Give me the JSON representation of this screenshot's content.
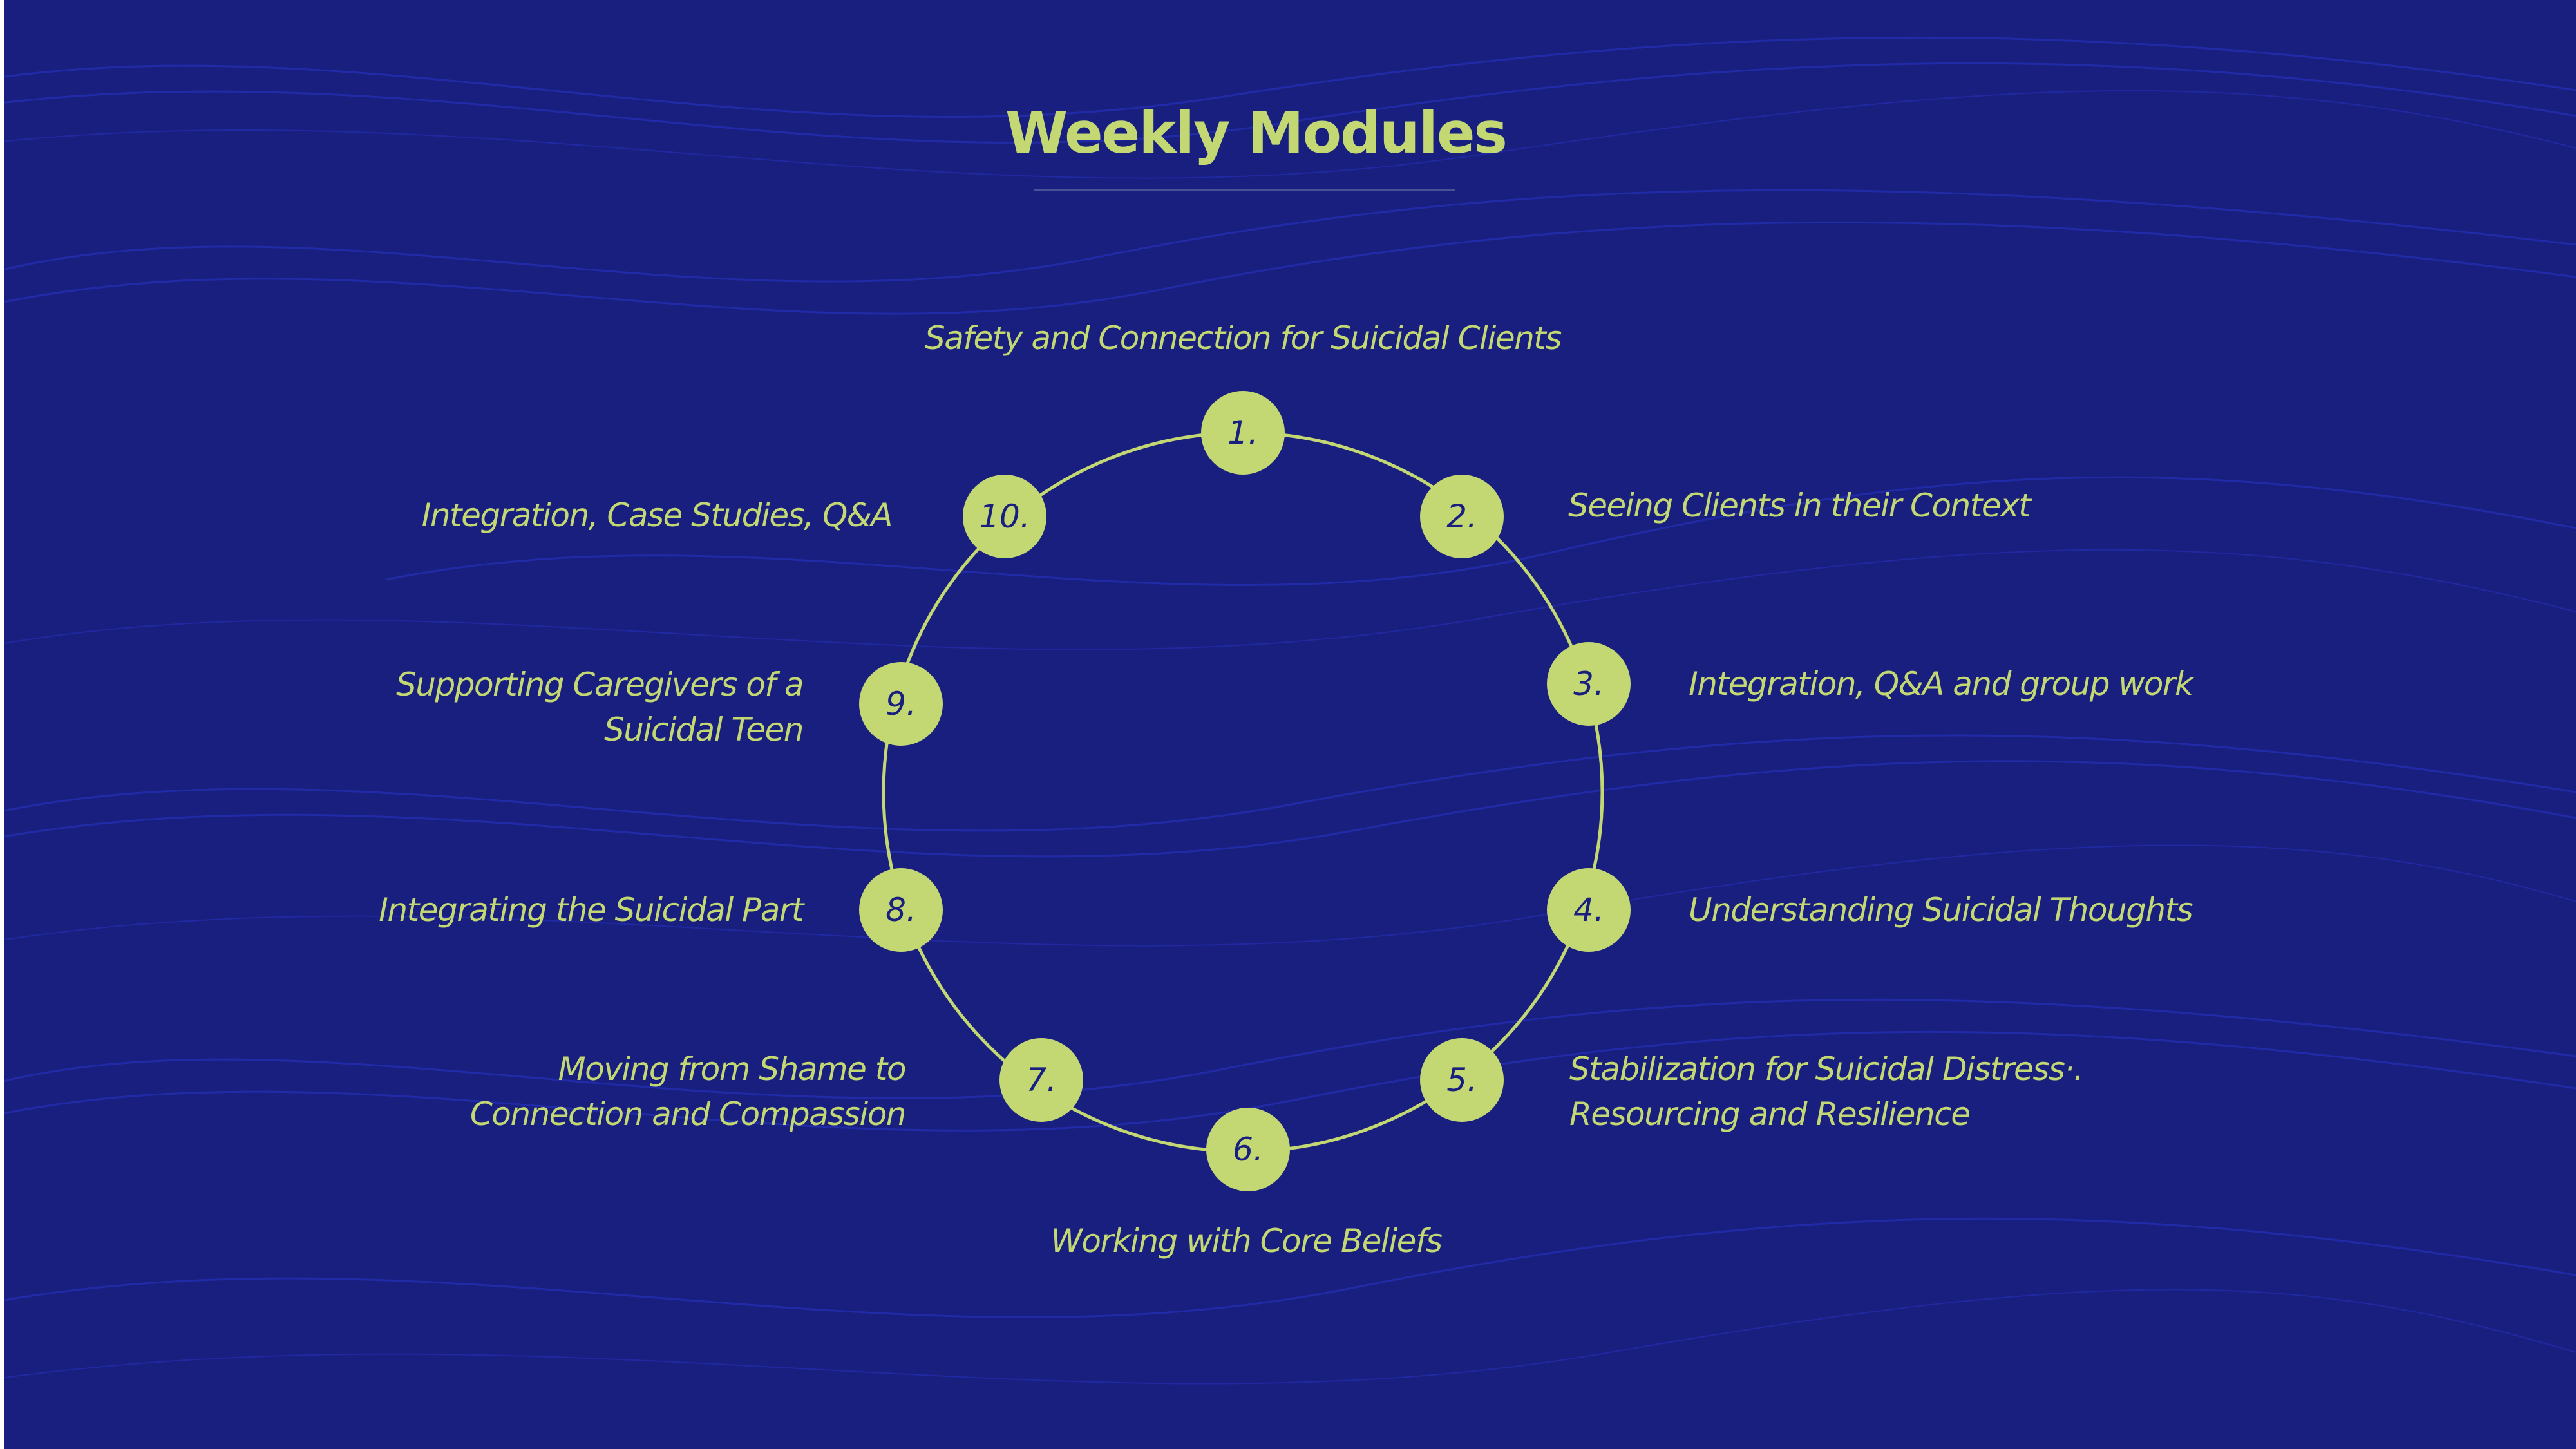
{
  "title": "Weekly Modules",
  "colors": {
    "background": "#191f7f",
    "accent": "#c3d873",
    "wave": "#2a35c8"
  },
  "modules": [
    {
      "number": "1.",
      "label": [
        "Safety and Connection for Suicidal Clients"
      ]
    },
    {
      "number": "2.",
      "label": [
        "Seeing Clients in their Context"
      ]
    },
    {
      "number": "3.",
      "label": [
        "Integration, Q&A and group work"
      ]
    },
    {
      "number": "4.",
      "label": [
        "Understanding Suicidal Thoughts"
      ]
    },
    {
      "number": "5.",
      "label": [
        "Stabilization  for Suicidal Distress·.",
        "Resourcing and Resilience"
      ]
    },
    {
      "number": "6.",
      "label": [
        "Working with Core Beliefs"
      ]
    },
    {
      "number": "7.",
      "label": [
        "Moving from Shame to",
        "Connection and Compassion"
      ]
    },
    {
      "number": "8.",
      "label": [
        "Integrating the Suicidal Part"
      ]
    },
    {
      "number": "9.",
      "label": [
        "Supporting Caregivers of a",
        "Suicidal Teen"
      ]
    },
    {
      "number": "10.",
      "label": [
        "Integration, Case Studies, Q&A"
      ]
    }
  ]
}
